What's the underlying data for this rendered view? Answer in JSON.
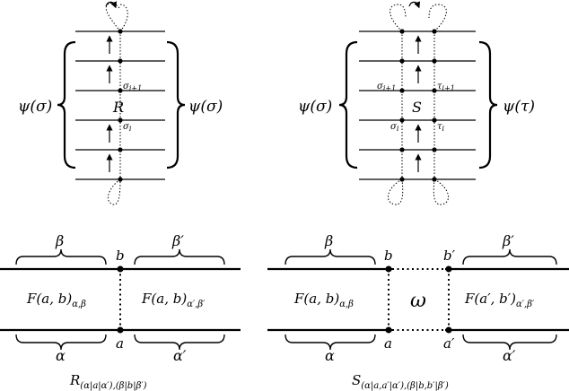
{
  "top_left": {
    "psi_left": "ψ(σ)",
    "psi_right": "ψ(σ)",
    "center": "R",
    "sigma_upper": "σ",
    "sigma_upper_sub": "i+1",
    "sigma_lower": "σ",
    "sigma_lower_sub": "i"
  },
  "top_right": {
    "psi_left": "ψ(σ)",
    "psi_right": "ψ(τ)",
    "center": "S",
    "sigma_upper": "σ",
    "sigma_upper_sub": "i+1",
    "tau_upper": "τ",
    "tau_upper_sub": "i+1",
    "sigma_lower": "σ",
    "sigma_lower_sub": "i",
    "tau_lower": "τ",
    "tau_lower_sub": "i"
  },
  "bottom_left": {
    "beta": "β",
    "beta_prime": "β′",
    "b": "b",
    "a": "a",
    "alpha": "α",
    "alpha_prime": "α′",
    "F_left": "F(a, b)",
    "F_left_sub": "α,β",
    "F_right": "F(a, b)",
    "F_right_sub": "α′,β′",
    "caption": "R",
    "caption_sub": "(α|a|α′),(β|b|β′)"
  },
  "bottom_right": {
    "beta": "β",
    "beta_prime": "β′",
    "b": "b",
    "b_prime": "b′",
    "a": "a",
    "a_prime": "a′",
    "alpha": "α",
    "alpha_prime": "α′",
    "omega": "ω",
    "F_left": "F(a, b)",
    "F_left_sub": "α,β",
    "F_right": "F(a′, b′)",
    "F_right_sub": "α′,β′",
    "caption": "S",
    "caption_sub": "(α|a,a′|α′),(β|b,b′|β′)"
  }
}
